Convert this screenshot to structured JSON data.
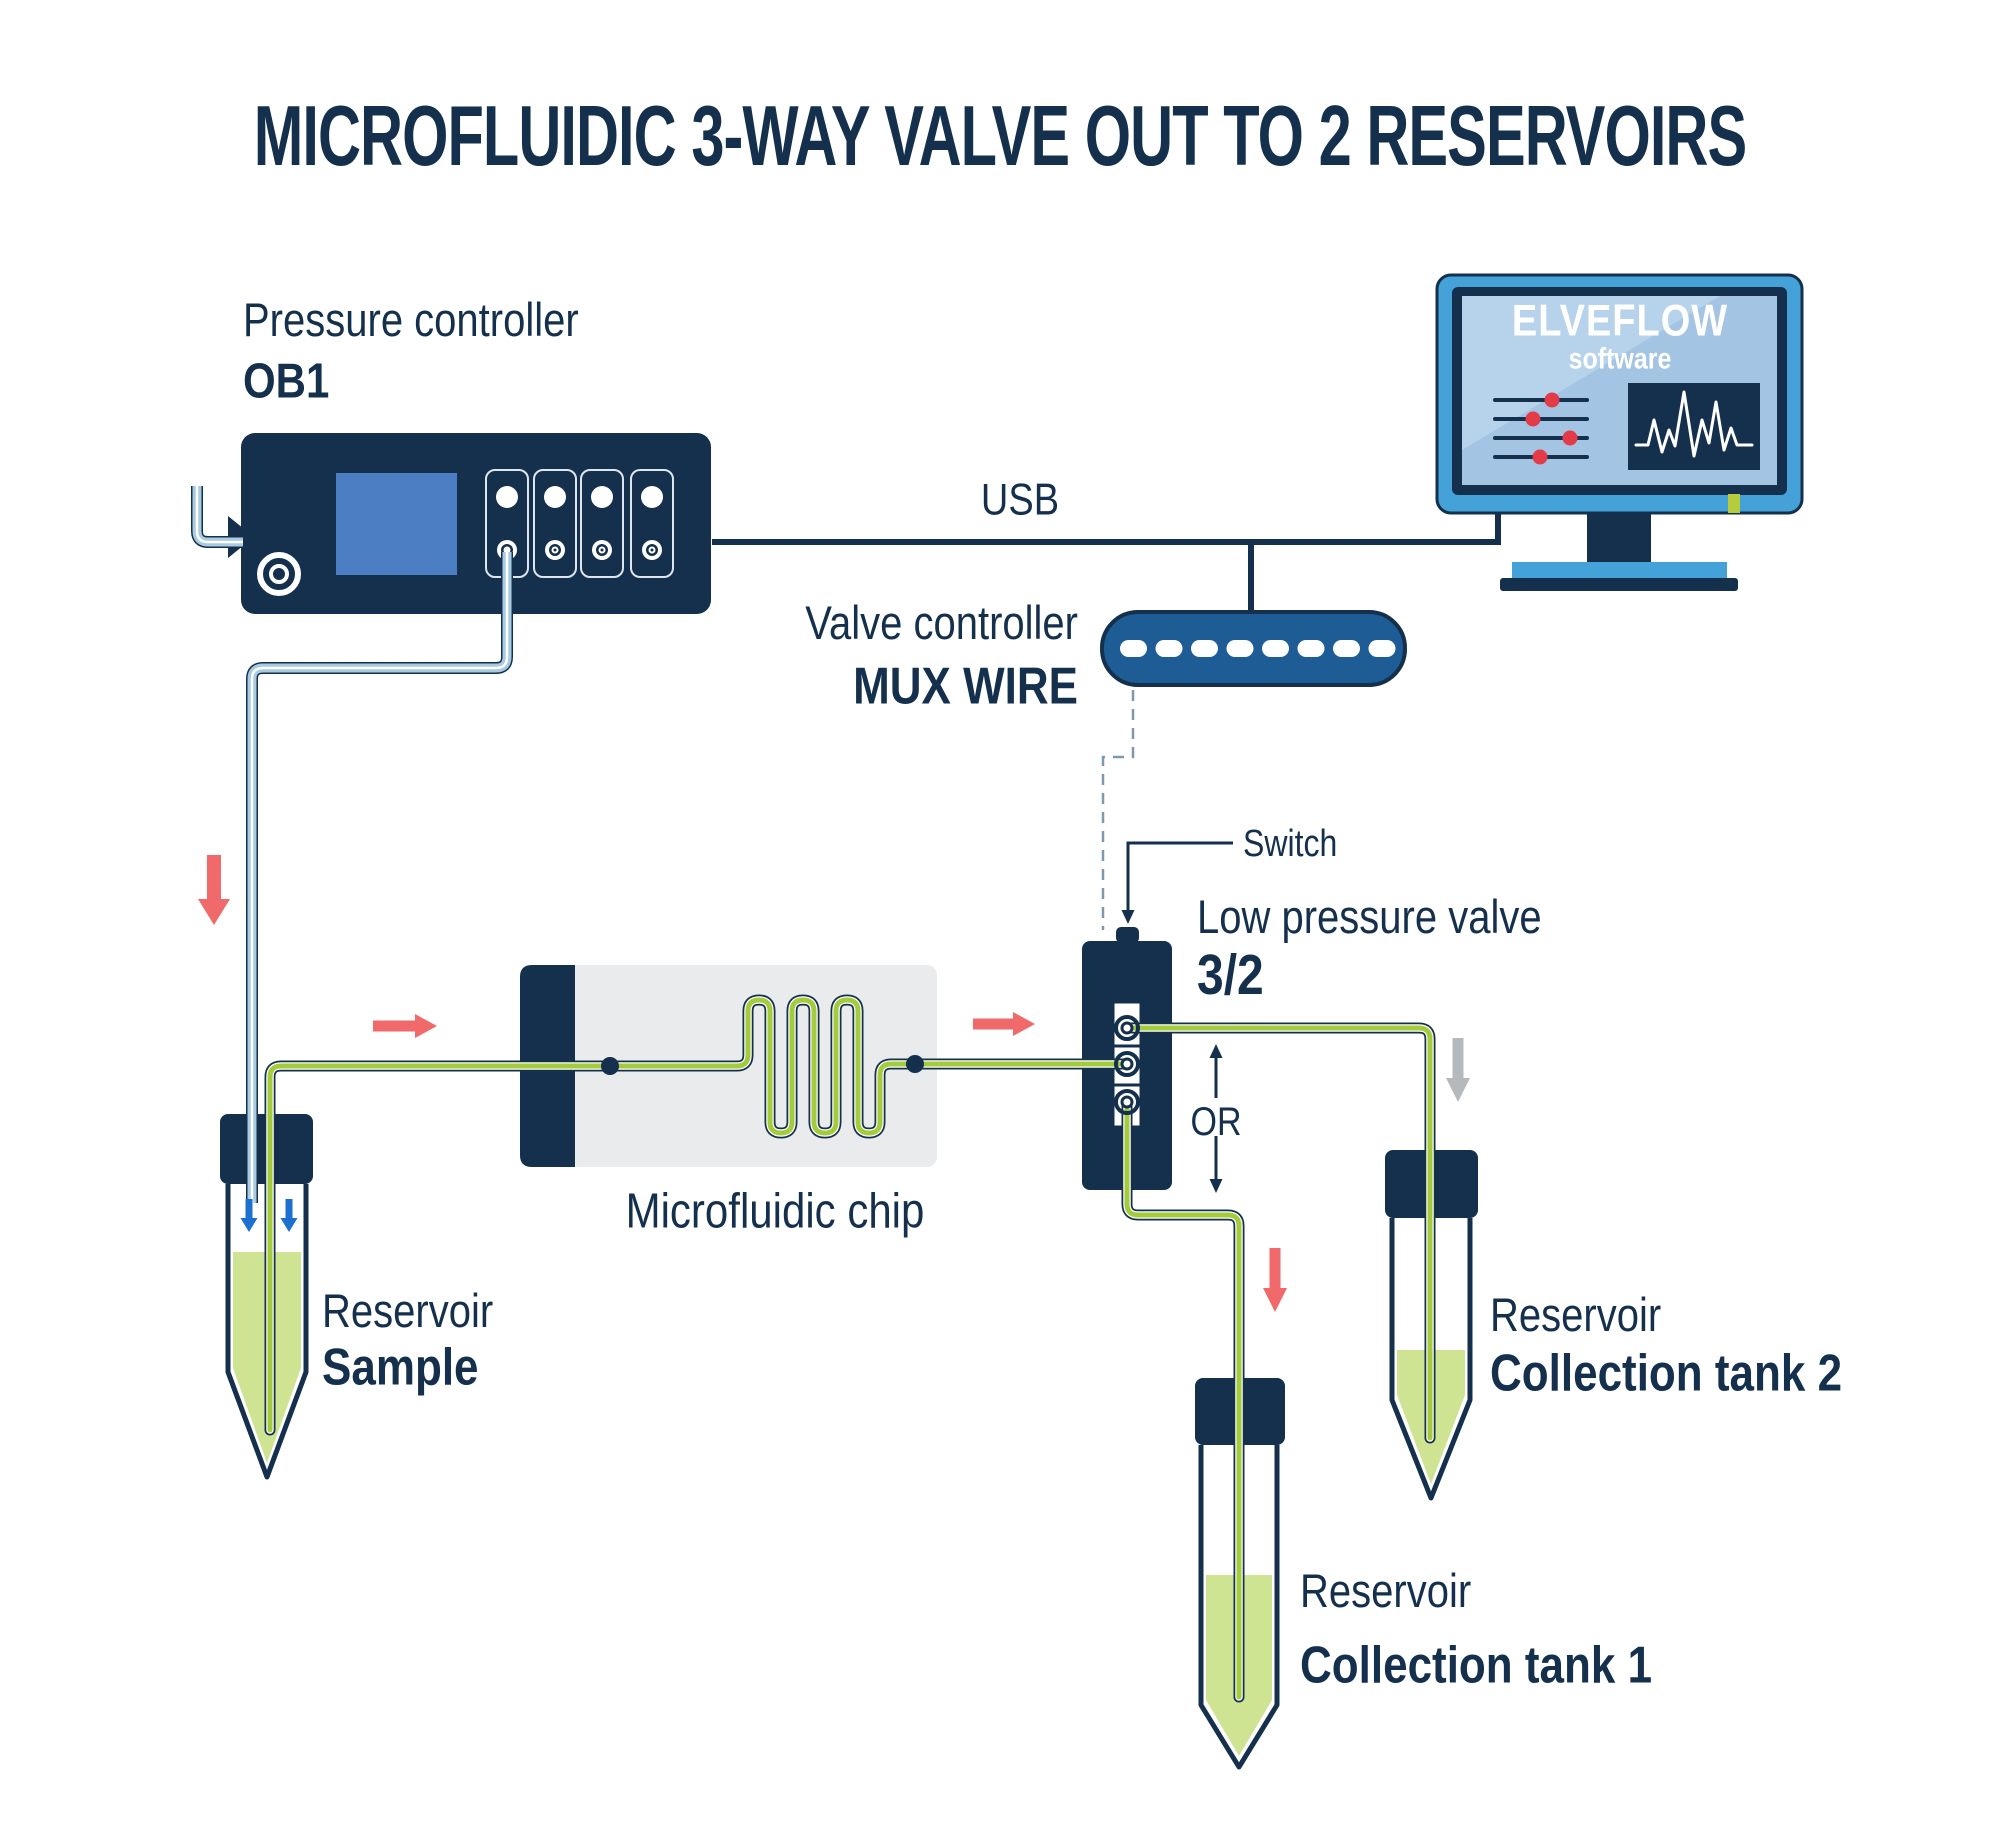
{
  "title": "MICROFLUIDIC 3-WAY VALVE OUT TO 2 RESERVOIRS",
  "pressure_controller": {
    "label": "Pressure controller",
    "model": "OB1"
  },
  "usb": {
    "label": "USB"
  },
  "monitor": {
    "brand": "ELVEFLOW",
    "subtitle": "software"
  },
  "valve_controller": {
    "label": "Valve controller",
    "model": "MUX WIRE"
  },
  "switch": {
    "label": "Switch"
  },
  "valve": {
    "label": "Low pressure valve",
    "model": "3/2",
    "or_label": "OR"
  },
  "chip": {
    "label": "Microfluidic chip"
  },
  "reservoirs": {
    "sample": {
      "label": "Reservoir",
      "name": "Sample"
    },
    "tank1": {
      "label": "Reservoir",
      "name": "Collection tank 1"
    },
    "tank2": {
      "label": "Reservoir",
      "name": "Collection tank 2"
    }
  },
  "colors": {
    "navy": "#14304d",
    "screen_blue": "#4c7ec3",
    "monitor_frame_blue": "#45a2d9",
    "monitor_screen_blue": "#aac9e6",
    "mux_blue": "#1d5c95",
    "tube_green": "#a4cb3b",
    "liquid_green": "#cfe493",
    "tube_light_blue": "#a9cbe2",
    "red_arrow": "#f0696b",
    "gray_arrow": "#b4b9bd",
    "blue_arrow": "#1d70cf",
    "chip_gray": "#e9ebed",
    "accent_green": "#b6cc3d",
    "dashed_line": "#8098ab"
  }
}
